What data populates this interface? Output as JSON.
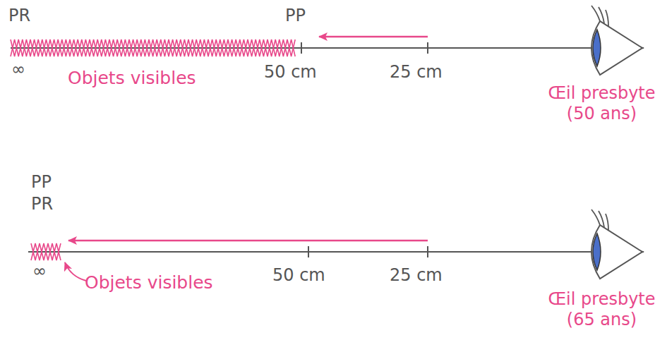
{
  "diagram": {
    "labels": [
      "PR",
      "PP",
      "∞",
      "Objets visibles",
      "50 cm",
      "25 cm",
      "Œil presbyte (50 ans)",
      "PP",
      "PR",
      "∞",
      "Objets visibles",
      "50 cm",
      "25 cm",
      "Œil presbyte (65 ans)"
    ]
  }
}
